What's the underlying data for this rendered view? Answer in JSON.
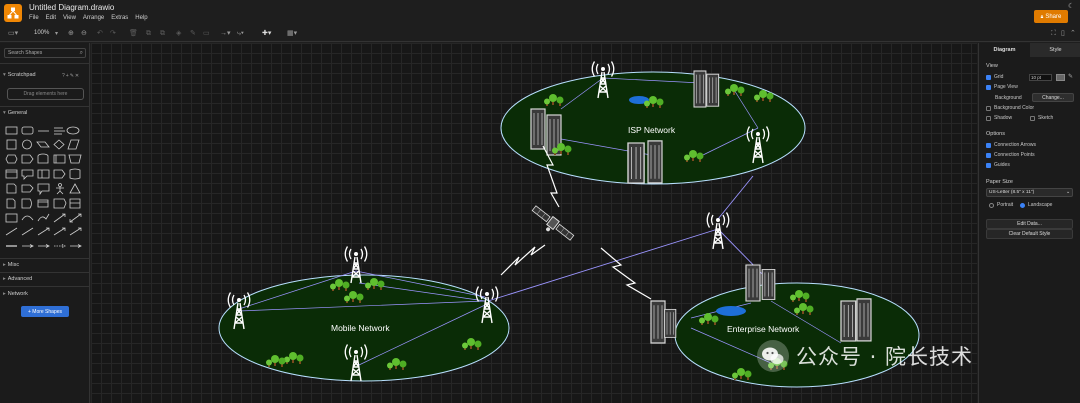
{
  "app": {
    "title": "Untitled Diagram.drawio",
    "share_label": "Share",
    "menu": [
      "File",
      "Edit",
      "View",
      "Arrange",
      "Extras",
      "Help"
    ],
    "accent_color": "#f08705"
  },
  "toolbar": {
    "zoom": "100%"
  },
  "sidebar": {
    "search_placeholder": "Search Shapes",
    "scratchpad": "Scratchpad",
    "drag_hint": "Drag elements here",
    "sections": [
      "General",
      "Misc",
      "Advanced",
      "Network"
    ],
    "more_shapes": "+ More Shapes"
  },
  "diagram": {
    "networks": {
      "isp": "ISP Network",
      "mobile": "Mobile Network",
      "enterprise": "Enterprise Network"
    },
    "fill_color": "#0a2c06",
    "stroke_color": "#b8e0ff"
  },
  "panel": {
    "tabs": [
      "Diagram",
      "Style"
    ],
    "view": "View",
    "grid": "Grid",
    "grid_size": "10 pt",
    "page_view": "Page View",
    "background": "Background",
    "change": "Change...",
    "background_color": "Background Color",
    "shadow": "Shadow",
    "sketch": "Sketch",
    "options": "Options",
    "connection_arrows": "Connection Arrows",
    "connection_points": "Connection Points",
    "guides": "Guides",
    "paper_size": "Paper Size",
    "paper_value": "US-Letter (8.5\" x 11\")",
    "portrait": "Portrait",
    "landscape": "Landscape",
    "edit_data": "Edit Data...",
    "clear_style": "Clear Default Style"
  },
  "watermark": {
    "text": "公众号 · 院长技术"
  }
}
